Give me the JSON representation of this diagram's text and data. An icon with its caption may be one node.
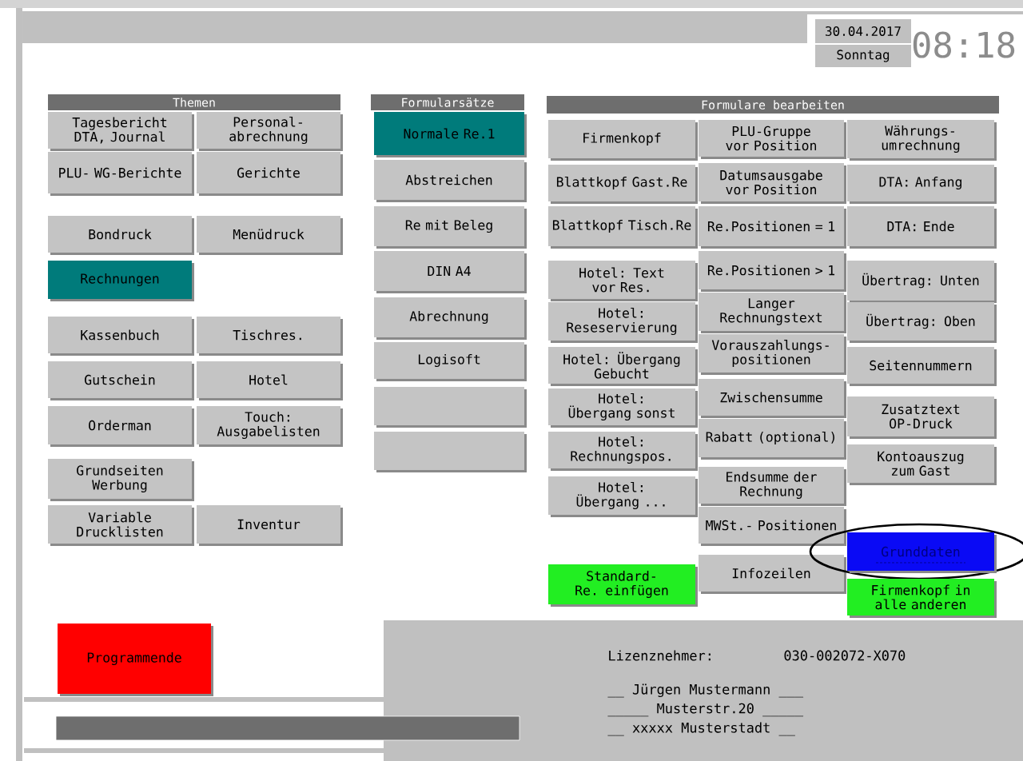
{
  "diagram": {
    "nodes": [
      {
        "text": [
          "30.04.2017"
        ]
      },
      {
        "text": [
          "Sonntag"
        ]
      },
      {
        "text": [
          "Themen"
        ]
      },
      {
        "text": [
          "Tagesbericht DTA, Journal"
        ]
      },
      {
        "text": [
          "Personal- abrechnung"
        ]
      },
      {
        "text": [
          "PLU- WG-Berichte"
        ]
      },
      {
        "text": [
          "Gerichte"
        ]
      },
      {
        "text": [
          "Bondruck"
        ]
      },
      {
        "text": [
          "Menüdruck"
        ]
      },
      {
        "text": [
          "Rechnungen"
        ]
      },
      {
        "text": [
          "Kassenbuch"
        ]
      },
      {
        "text": [
          "Tischres."
        ]
      },
      {
        "text": [
          "Gutschein"
        ]
      },
      {
        "text": [
          "Hotel"
        ]
      },
      {
        "text": [
          "Orderman"
        ]
      },
      {
        "text": [
          "Touch: Ausgabelisten"
        ]
      },
      {
        "text": [
          "Grundseiten Werbung"
        ]
      },
      {
        "text": [
          "Variable Drucklisten"
        ]
      },
      {
        "text": [
          "Inventur"
        ]
      },
      {
        "text": [
          "Formularsätze"
        ]
      },
      {
        "text": [
          "Normale Re.1"
        ]
      },
      {
        "text": [
          "Abstreichen"
        ]
      },
      {
        "text": [
          "Re mit Beleg"
        ]
      },
      {
        "text": [
          "DIN A4"
        ]
      },
      {
        "text": [
          "Abrechnung"
        ]
      },
      {
        "text": [
          "Logisoft"
        ]
      },
      {
        "text": [],
        "shape": "box"
      },
      {
        "text": [],
        "shape": "box"
      },
      {
        "text": [
          "Formulare bearbeiten"
        ]
      },
      {
        "text": [
          "Firmenkopf"
        ]
      },
      {
        "text": [
          "Blattkopf Gast.Re"
        ]
      },
      {
        "text": [
          "Blattkopf Tisch.Re"
        ]
      },
      {
        "text": [
          "Hotel: Text vor Res."
        ]
      },
      {
        "text": [
          "Hotel: Reseservierung"
        ]
      },
      {
        "text": [
          "Hotel: Übergang Gebucht"
        ]
      },
      {
        "text": [
          "Hotel: Übergang sonst"
        ]
      },
      {
        "text": [
          "Hotel: Rechnungspos."
        ]
      },
      {
        "text": [
          "Hotel: Übergang ..."
        ]
      },
      {
        "text": [
          "Standard-Re. einfügen"
        ]
      },
      {
        "text": [
          "PLU-Gruppe vor Position"
        ]
      },
      {
        "text": [
          "Datumsausgabe vor Position"
        ]
      },
      {
        "text": [
          "Re.Positionen = 1"
        ]
      },
      {
        "text": [
          "Re.Positionen > 1"
        ]
      },
      {
        "text": [
          "Langer Rechnungstext"
        ]
      },
      {
        "text": [
          "Vorauszahlungs- positionen"
        ]
      },
      {
        "text": [
          "Zwischensumme"
        ]
      },
      {
        "text": [
          "Rabatt (optional)"
        ]
      },
      {
        "text": [
          "Endsumme der Rechnung"
        ]
      },
      {
        "text": [
          "MWSt.- Positionen"
        ]
      },
      {
        "text": [
          "Infozeilen"
        ]
      },
      {
        "text": [
          "Währungs- umrechnung"
        ]
      },
      {
        "text": [
          "DTA: Anfang"
        ]
      },
      {
        "text": [
          "DTA: Ende"
        ]
      },
      {
        "text": [
          "Übertrag: Unten"
        ]
      },
      {
        "text": [
          "Übertrag: Oben"
        ]
      },
      {
        "text": [
          "Seitennummern"
        ]
      },
      {
        "text": [
          "Zusatztext OP-Druck"
        ]
      },
      {
        "text": [
          "Kontoauszug zum Gast"
        ]
      },
      {
        "text": [],
        "shape": "circle"
      },
      {
        "text": [
          "Grunddaten"
        ],
        "in": 58
      },
      {
        "text": [
          "Firmenkopf in alle anderen"
        ]
      },
      {
        "text": [
          "Programmende"
        ]
      }
    ],
    "labels": [
      "08:18",
      "Lizenznehmer:",
      "030-002072-X070",
      "__ Jürgen Mustermann ___",
      "_____ Musterstr.20 _____",
      "__ xxxxx Musterstadt __"
    ]
  }
}
